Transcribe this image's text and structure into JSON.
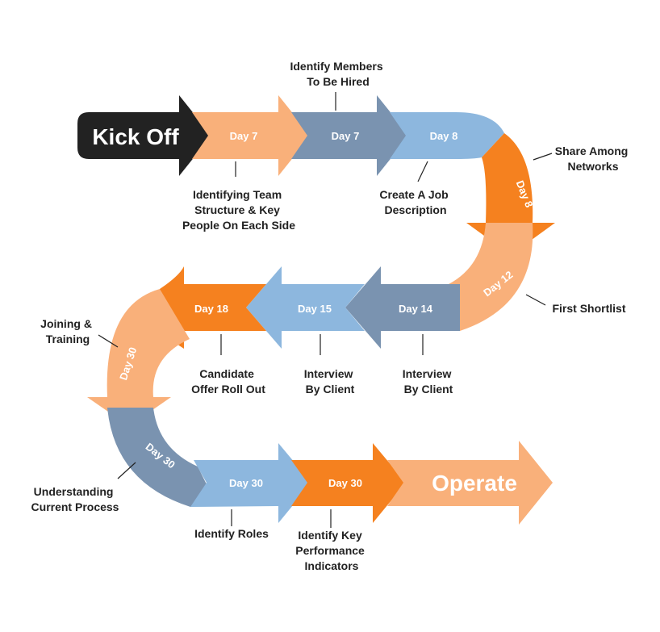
{
  "start_label": "Kick Off",
  "end_label": "Operate",
  "colors": {
    "peach": "#F9B07A",
    "slate": "#7A93B0",
    "sky": "#8DB7DE",
    "orange": "#F5811F",
    "dark": "#222222"
  },
  "steps": [
    {
      "day": "Day 7",
      "label": [
        "Identifying Team",
        "Structure & Key",
        "People On Each Side"
      ]
    },
    {
      "day": "Day 7",
      "label": [
        "Identify Members",
        "To Be Hired"
      ]
    },
    {
      "day": "Day 8",
      "label": [
        "Create A Job",
        "Description"
      ]
    },
    {
      "day": "Day 8",
      "label": [
        "Share Among",
        "Networks"
      ]
    },
    {
      "day": "Day 12",
      "label": [
        "First Shortlist"
      ]
    },
    {
      "day": "Day 14",
      "label": [
        "Interview",
        "By Client"
      ]
    },
    {
      "day": "Day 15",
      "label": [
        "Interview",
        "By Client"
      ]
    },
    {
      "day": "Day 18",
      "label": [
        "Candidate",
        "Offer Roll Out"
      ]
    },
    {
      "day": "Day 30",
      "label": [
        "Joining &",
        "Training"
      ]
    },
    {
      "day": "Day 30",
      "label": [
        "Understanding",
        "Current Process"
      ]
    },
    {
      "day": "Day 30",
      "label": [
        "Identify Roles"
      ]
    },
    {
      "day": "Day 30",
      "label": [
        "Identify Key",
        "Performance",
        "Indicators"
      ]
    }
  ]
}
